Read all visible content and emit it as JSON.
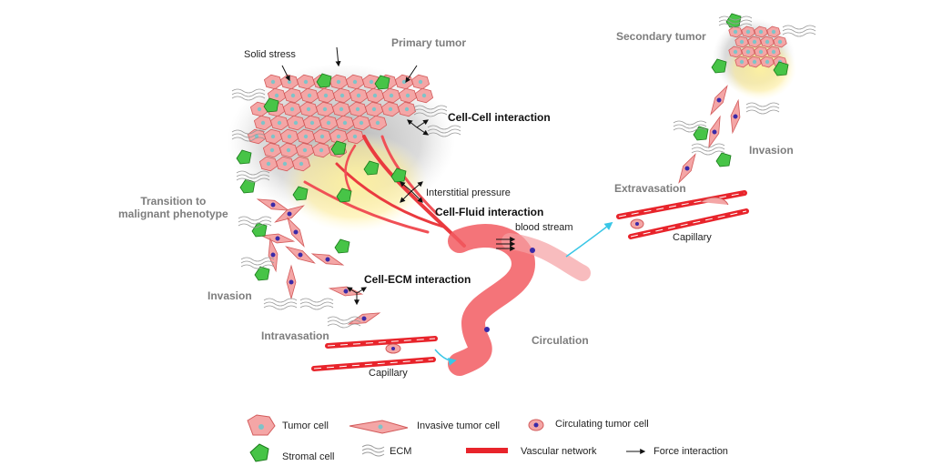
{
  "labels": {
    "solid_stress": "Solid stress",
    "primary_tumor": "Primary tumor",
    "cell_cell": "Cell-Cell interaction",
    "transition": "Transition to\nmalignant phenotype",
    "interstitial": "Interstitial pressure",
    "cell_fluid": "Cell-Fluid interaction",
    "blood_stream": "blood stream",
    "cell_ecm": "Cell-ECM interaction",
    "invasion_left": "Invasion",
    "intravasation": "Intravasation",
    "capillary_left": "Capillary",
    "circulation": "Circulation",
    "secondary_tumor": "Secondary tumor",
    "invasion_right": "Invasion",
    "extravasation": "Extravasation",
    "capillary_right": "Capillary"
  },
  "legend": [
    {
      "icon": "tumor-cell-icon",
      "label": "Tumor cell"
    },
    {
      "icon": "invasive-tumor-cell-icon",
      "label": "Invasive tumor cell"
    },
    {
      "icon": "circulating-tumor-cell-icon",
      "label": "Circulating tumor cell"
    },
    {
      "icon": "stromal-cell-icon",
      "label": "Stromal cell"
    },
    {
      "icon": "ecm-icon",
      "label": "ECM"
    },
    {
      "icon": "vascular-network-icon",
      "label": "Vascular network"
    },
    {
      "icon": "force-interaction-icon",
      "label": "Force interaction"
    }
  ],
  "colors": {
    "tumor_fill": "#f4a6a6",
    "tumor_stroke": "#d35b5b",
    "nucleus": "#7fc3c8",
    "stromal_fill": "#47c447",
    "vessel": "#e8242b",
    "ecm": "#9a9a9a",
    "arrow_cyan": "#39c6e6",
    "ctc_nucleus": "#3a2aa8",
    "label_gray": "#7d7d7d"
  }
}
